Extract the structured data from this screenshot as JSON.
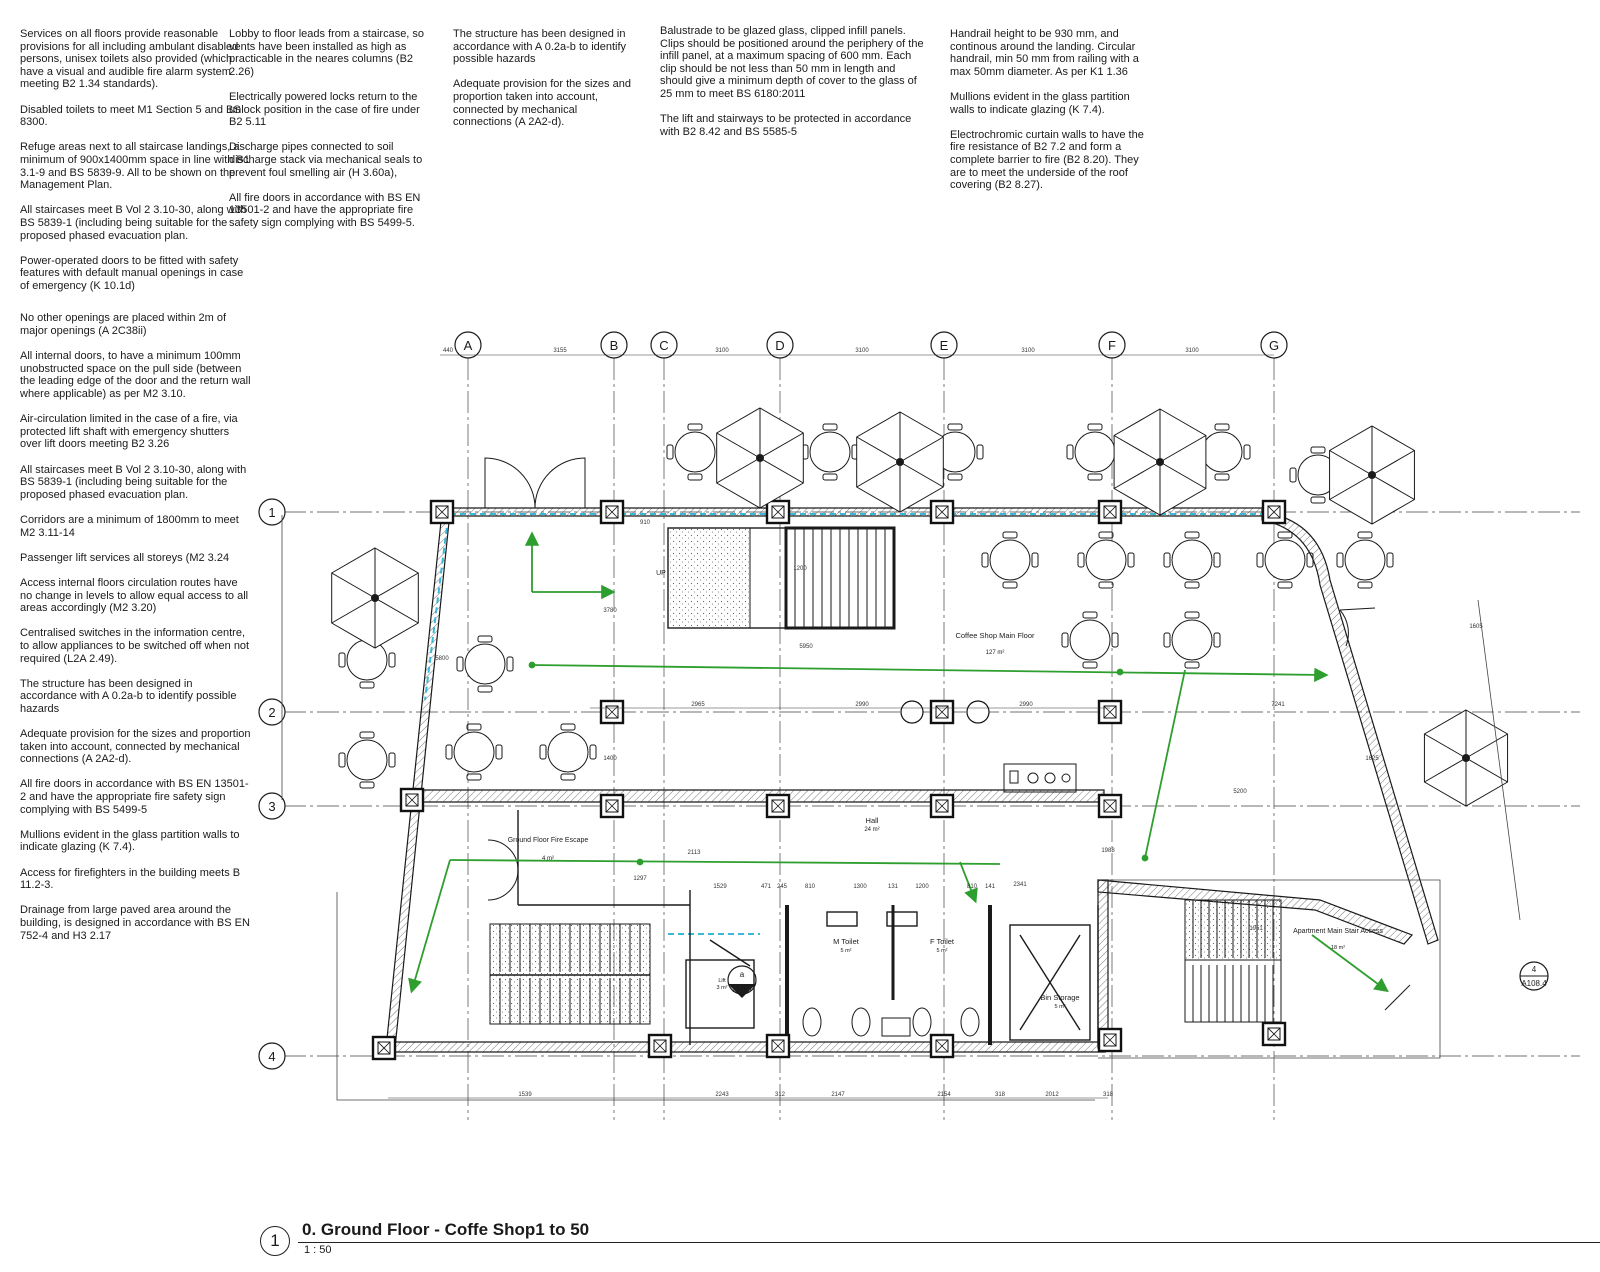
{
  "notes": {
    "col1": [
      "Services on all floors provide reasonable provisions for all including ambulant disabled persons, unisex toilets also provided (which have a visual and audible fire alarm system meeting B2 1.34 standards).",
      "Disabled toilets to meet M1 Section 5 and BS 8300.",
      "Refuge areas next to all staircase landings, a minimum of 900x1400mm space in line with B1 3.1-9 and BS 5839-9. All to be shown on the Management Plan.",
      "All staircases meet B Vol 2 3.10-30, along with BS 5839-1 (including being suitable for the proposed phased evacuation plan.",
      "Power-operated doors to be fitted with safety features with default manual openings in case of emergency (K 10.1d)",
      "No other openings are placed within 2m of major openings (A 2C38ii)",
      "All internal doors, to have a minimum 100mm unobstructed space on the pull side (between the leading edge of the door and the return wall where applicable) as per M2 3.10.",
      "Air-circulation limited in the case of a fire, via protected lift shaft with emergency shutters over lift doors meeting B2 3.26",
      "All staircases meet B Vol 2 3.10-30, along with BS 5839-1 (including being suitable for the proposed phased evacuation plan.",
      "Corridors are a minimum of 1800mm to meet M2 3.11-14",
      "Passenger lift services all storeys (M2 3.24",
      "Access internal floors circulation routes have no change in levels to allow equal access to all areas accordingly (M2 3.20)",
      "Centralised switches in the information centre, to allow appliances to be switched off when not required (L2A 2.49).",
      "The structure has been designed in accordance with A 0.2a-b to identify possible hazards",
      "Adequate provision for the sizes and proportion taken into account, connected by mechanical connections (A 2A2-d).",
      "All fire doors in accordance with BS EN 13501-2 and have the appropriate fire safety sign complying with BS 5499-5",
      "Mullions evident in the glass partition walls to indicate glazing (K 7.4).",
      "Access for firefighters in the building meets B 11.2-3.",
      "Drainage from large paved area around the building, is designed in accordance with BS EN 752-4 and H3 2.17"
    ],
    "col2": [
      "Lobby to floor leads from a staircase, so vents have been installed as high as practicable in the neares columns (B2 2.26)",
      "Electrically powered locks return to the unlock position in the case of fire under B2 5.11",
      "Discharge pipes connected to soil discharge stack via mechanical seals to prevent foul smelling air (H 3.60a),",
      "All fire doors in accordance with BS EN 13501-2 and have the appropriate fire safety sign complying with BS 5499-5."
    ],
    "col3": [
      "The structure has been designed in accordance with A 0.2a-b to identify possible hazards",
      "Adequate provision for the sizes and proportion taken into account, connected by mechanical connections (A 2A2-d)."
    ],
    "col4": [
      "Balustrade to be glazed glass, clipped infill panels. Clips should be positioned around the periphery of the infill panel, at a maximum spacing of 600 mm. Each clip should be not less than 50 mm in length and should give a minimum depth of cover to the glass of 25 mm to meet BS 6180:2011",
      "The lift and stairways to be protected in accordance with B2 8.42 and BS 5585-5"
    ],
    "col5": [
      "Handrail height to be 930 mm, and continous around the landing. Circular handrail, min 50 mm from railing with a max 50mm diameter. As per K1 1.36",
      "Mullions evident in the glass partition walls to indicate glazing (K 7.4).",
      "Electrochromic curtain walls to have the fire resistance of B2 7.2 and form a complete barrier to fire (B2 8.20). They are to meet the underside of the roof covering (B2 8.27)."
    ]
  },
  "grid": {
    "columns": [
      "A",
      "B",
      "C",
      "D",
      "E",
      "F",
      "G"
    ],
    "rows": [
      "1",
      "2",
      "3",
      "4"
    ]
  },
  "dimensions": {
    "top": [
      "440",
      "3155",
      "3100",
      "3100",
      "3100",
      "3100"
    ],
    "row2": [
      "2965",
      "2990",
      "2990"
    ],
    "misc": [
      "910",
      "1200",
      "5950",
      "3780",
      "5200",
      "1400",
      "2113",
      "1529",
      "471",
      "245",
      "810",
      "1300",
      "131",
      "1200",
      "810",
      "141",
      "2341",
      "1297",
      "1951",
      "1605",
      "1625",
      "7241",
      "5800",
      "1988"
    ],
    "bottom": [
      "1539",
      "2243",
      "312",
      "2147",
      "2154",
      "318",
      "2012",
      "318"
    ]
  },
  "rooms": {
    "main_floor": {
      "name": "Coffee Shop Main Floor",
      "area": "127 m²"
    },
    "hall": {
      "name": "Hall",
      "area": "24 m²"
    },
    "fire_escape": {
      "name": "Ground Floor Fire Escape",
      "area": "4 m²"
    },
    "m_toilet": {
      "name": "M Toilet",
      "area": "5 m²"
    },
    "f_toilet": {
      "name": "F Toilet",
      "area": "5 m²"
    },
    "bin_storage": {
      "name": "Bin Storage",
      "area": "5 m²"
    },
    "apartment_stair": {
      "name": "Apartment Main Stair Access",
      "area": "18 m²"
    },
    "lift": {
      "name": "Lift",
      "area": "3 m²"
    }
  },
  "labels": {
    "up": "UP",
    "section_a_num": "a",
    "section_a_ref": "A108",
    "section_4_num": "4",
    "section_4_ref": "A108.4"
  },
  "title": {
    "number": "1",
    "text": "0. Ground Floor - Coffe Shop1 to 50",
    "scale": "1 : 50"
  },
  "colors": {
    "linework": "#1a1a1a",
    "escape_route": "#2e9e2e",
    "glazing": "#3ab8d8"
  }
}
